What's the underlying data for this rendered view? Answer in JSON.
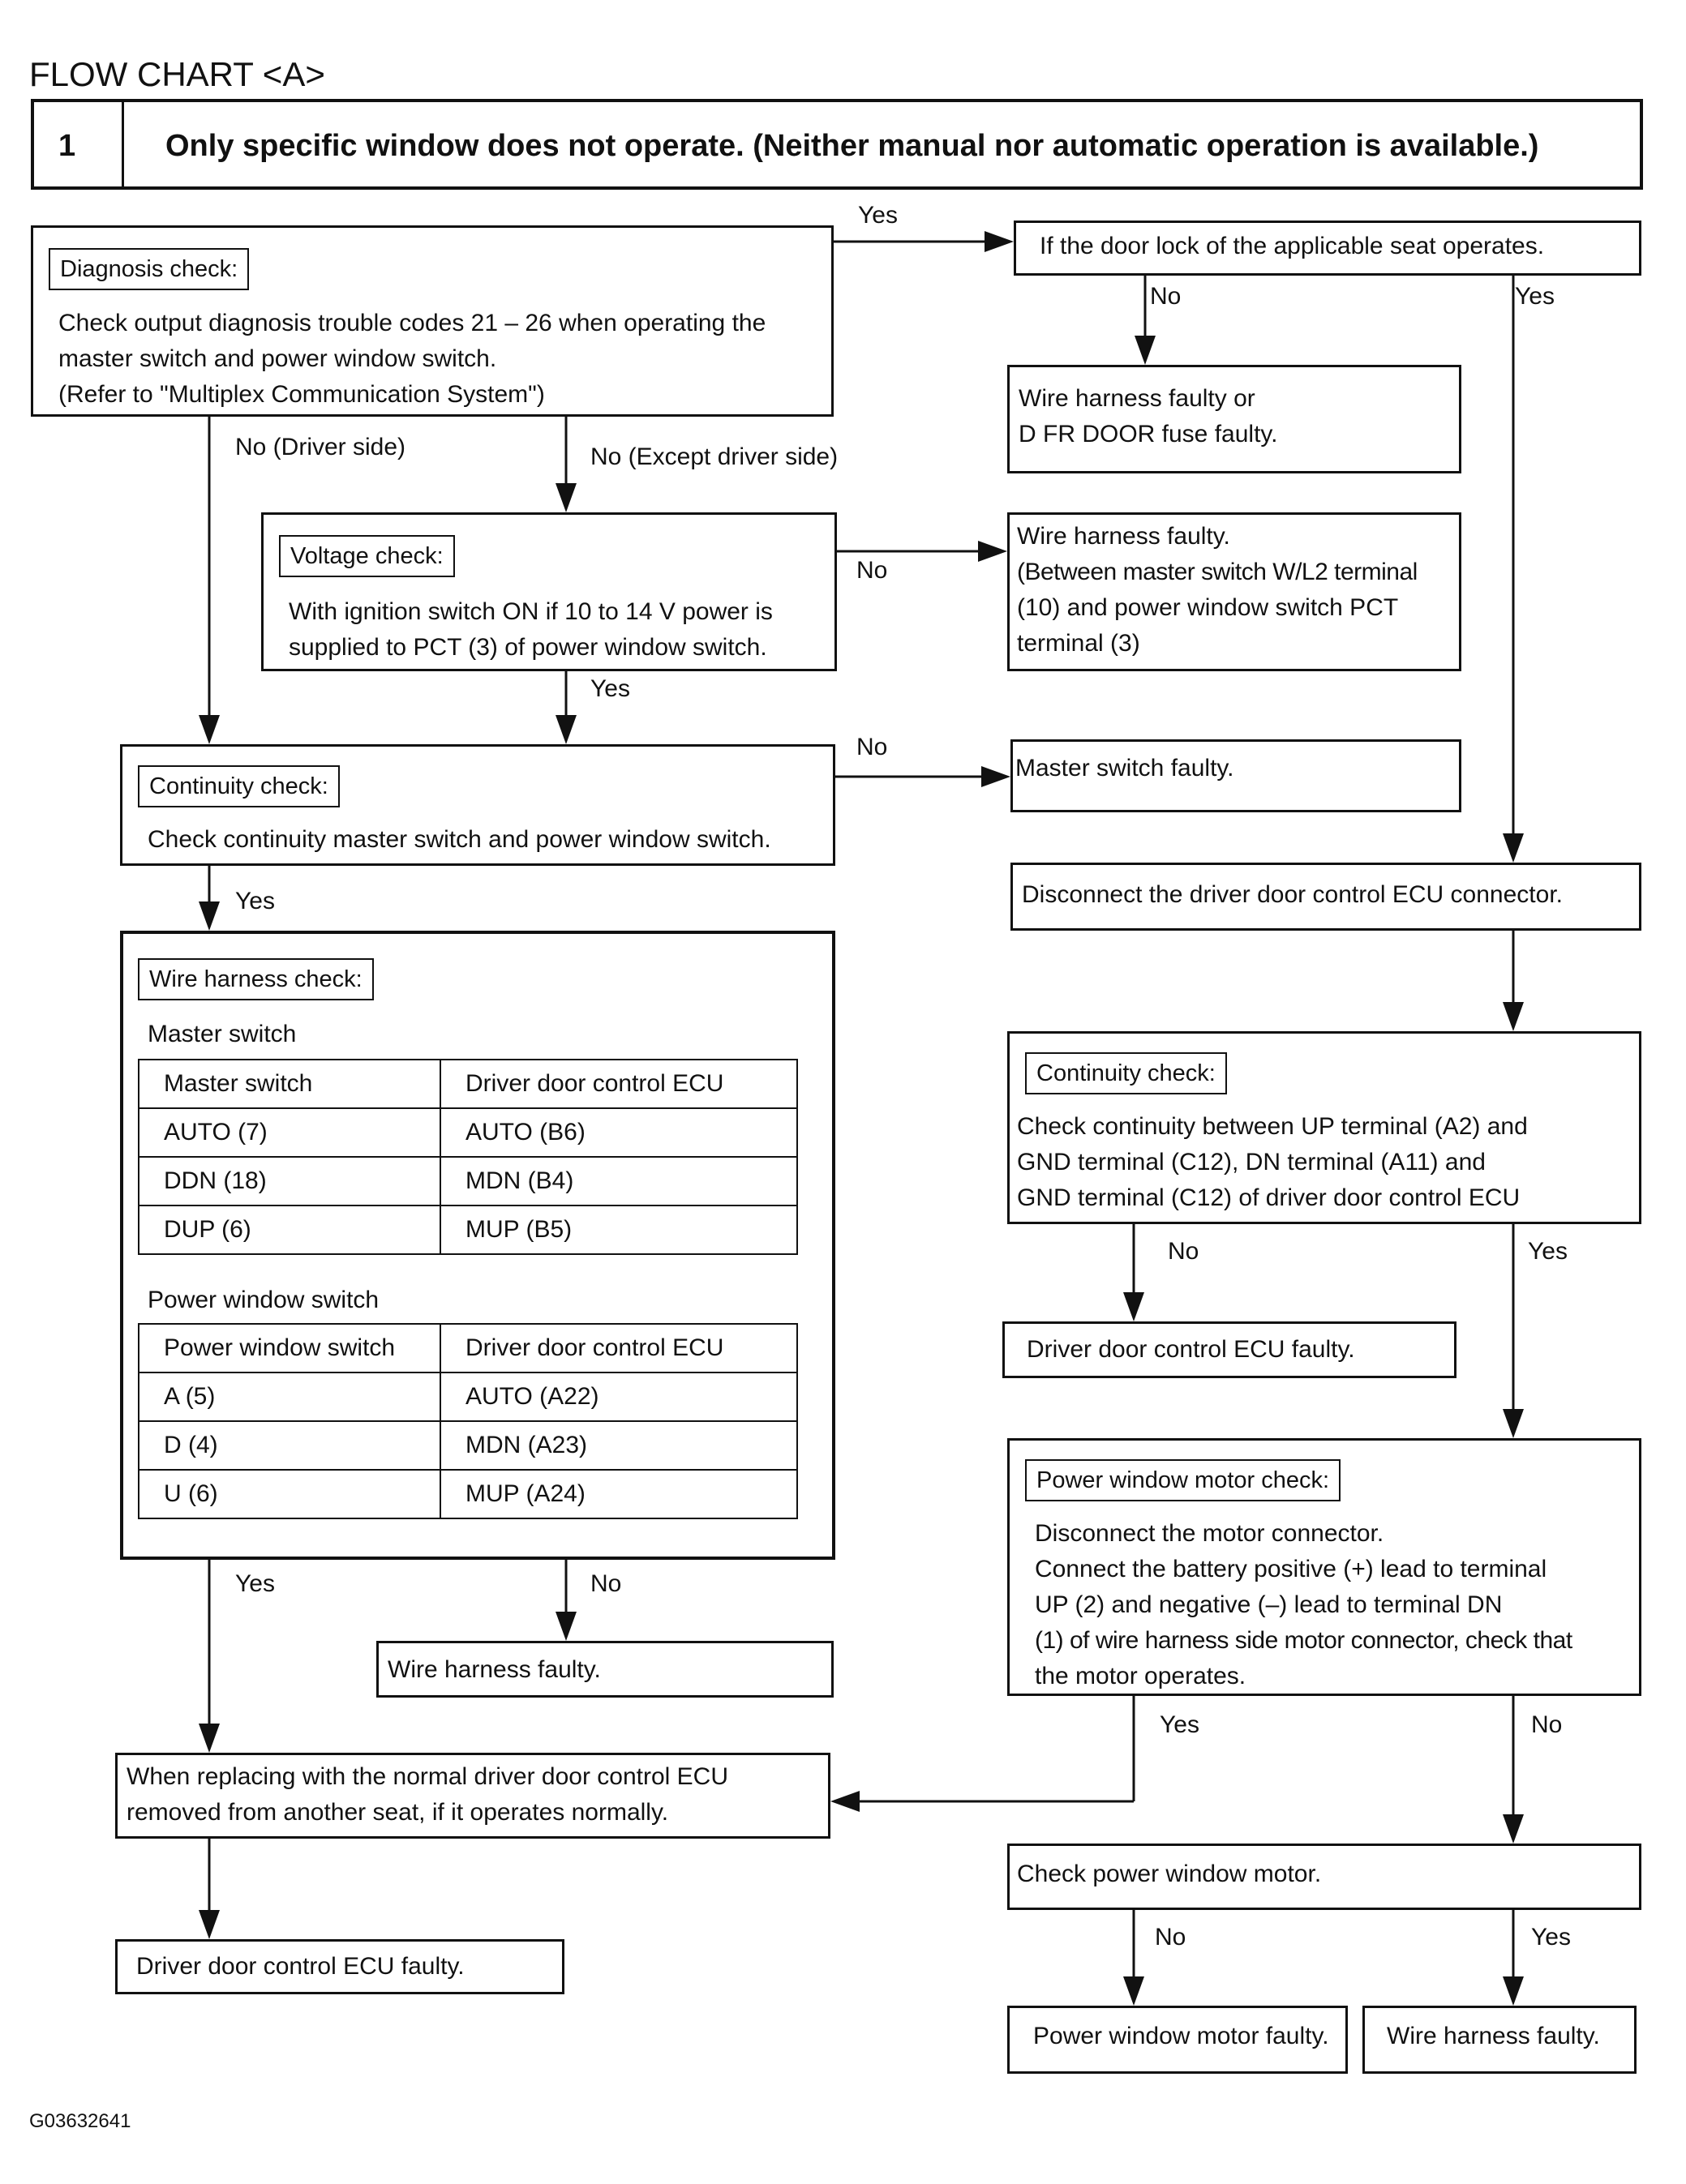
{
  "title": "FLOW CHART <A>",
  "header": {
    "number": "1",
    "text": "Only specific window does not operate. (Neither manual nor automatic operation is available.)"
  },
  "diagnosis": {
    "label": "Diagnosis check:",
    "lines": [
      "Check output diagnosis trouble codes 21 – 26 when operating the",
      "master switch and power window switch.",
      "(Refer to \"Multiplex Communication System\")"
    ]
  },
  "door_lock": {
    "text": "If the door lock of the applicable seat operates."
  },
  "fuse_faulty": {
    "lines": [
      "Wire harness faulty or",
      "D FR DOOR fuse faulty."
    ]
  },
  "voltage": {
    "label": "Voltage check:",
    "lines": [
      "With ignition switch ON if 10 to 14 V power is",
      "supplied to PCT (3) of power window switch."
    ]
  },
  "wire_faulty_1": {
    "lines": [
      "Wire harness faulty.",
      "(Between master switch W/L2 terminal",
      "(10) and power window switch PCT",
      "terminal (3)"
    ]
  },
  "continuity_1": {
    "label": "Continuity check:",
    "lines": [
      "Check continuity master switch and power window switch."
    ]
  },
  "master_faulty": {
    "text": "Master switch faulty."
  },
  "disconnect_ecu": {
    "text": "Disconnect the driver door control ECU connector."
  },
  "wire_check": {
    "label": "Wire harness check:",
    "master_title": "Master switch",
    "master_table": {
      "headers": [
        "Master switch",
        "Driver door control ECU"
      ],
      "rows": [
        [
          "AUTO (7)",
          "AUTO (B6)"
        ],
        [
          "DDN (18)",
          "MDN (B4)"
        ],
        [
          "DUP (6)",
          "MUP (B5)"
        ]
      ]
    },
    "pw_title": "Power window switch",
    "pw_table": {
      "headers": [
        "Power window switch",
        "Driver door control ECU"
      ],
      "rows": [
        [
          "A (5)",
          "AUTO (A22)"
        ],
        [
          "D (4)",
          "MDN (A23)"
        ],
        [
          "U (6)",
          "MUP (A24)"
        ]
      ]
    }
  },
  "continuity_2": {
    "label": "Continuity check:",
    "lines": [
      "Check continuity between UP terminal (A2) and",
      "GND terminal (C12), DN terminal (A11) and",
      "GND terminal (C12) of driver door control ECU"
    ]
  },
  "ecu_faulty_1": {
    "text": "Driver door control ECU faulty."
  },
  "motor_check": {
    "label": "Power window motor check:",
    "lines": [
      "Disconnect the motor connector.",
      "Connect the battery positive (+) lead to terminal",
      "UP (2) and negative (–) lead to terminal DN",
      "(1) of wire harness side motor connector, check that",
      "the motor operates."
    ]
  },
  "wire_faulty_2": {
    "text": "Wire harness faulty."
  },
  "replace": {
    "lines": [
      "When replacing with the normal driver door control ECU",
      "removed from another seat, if it operates normally."
    ]
  },
  "check_motor": {
    "text": "Check power window motor."
  },
  "ecu_faulty_2": {
    "text": "Driver door control ECU faulty."
  },
  "motor_faulty": {
    "text": "Power window motor faulty."
  },
  "wire_faulty_3": {
    "text": "Wire harness faulty."
  },
  "edges": {
    "yes_1": "Yes",
    "no_driver": "No (Driver side)",
    "no_except": "No (Except driver side)",
    "no_fuse": "No",
    "yes_door": "Yes",
    "no_voltage": "No",
    "yes_voltage": "Yes",
    "no_cont1": "No",
    "yes_cont1": "Yes",
    "no_cont2": "No",
    "yes_cont2": "Yes",
    "yes_wire": "Yes",
    "no_wire": "No",
    "yes_motor": "Yes",
    "no_motor": "No",
    "no_check": "No",
    "yes_check": "Yes"
  },
  "ref_code": "G03632641"
}
